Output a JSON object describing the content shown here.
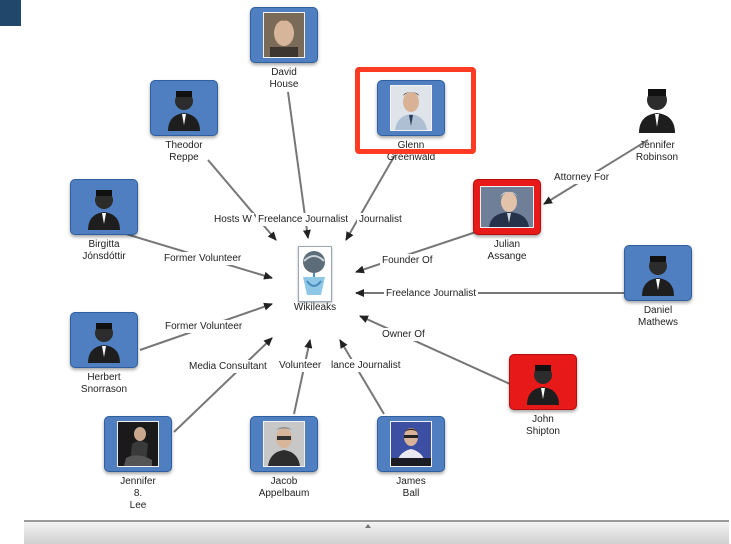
{
  "hub": {
    "label": "Wikileaks",
    "icon": "wikileaks-logo-icon"
  },
  "nodes": [
    {
      "id": "david-house",
      "lines": [
        "David",
        "House"
      ],
      "photo": "headshot",
      "highlight": false
    },
    {
      "id": "theodor-reppe",
      "lines": [
        "Theodor",
        "Reppe"
      ],
      "photo": "silhouette",
      "highlight": false
    },
    {
      "id": "glenn-greenwald",
      "lines": [
        "Glenn",
        "Greenwald"
      ],
      "photo": "headshot",
      "highlight": false
    },
    {
      "id": "jennifer-robinson",
      "lines": [
        "Jennifer",
        "Robinson"
      ],
      "photo": "silhouette",
      "highlight": false
    },
    {
      "id": "julian-assange",
      "lines": [
        "Julian",
        "Assange"
      ],
      "photo": "headshot",
      "highlight": true
    },
    {
      "id": "birgitta-jonsdottir",
      "lines": [
        "Birgitta",
        "Jónsdóttir"
      ],
      "photo": "silhouette",
      "highlight": false
    },
    {
      "id": "daniel-mathews",
      "lines": [
        "Daniel",
        "Mathews"
      ],
      "photo": "silhouette",
      "highlight": false
    },
    {
      "id": "herbert-snorrason",
      "lines": [
        "Herbert",
        "Snorrason"
      ],
      "photo": "silhouette",
      "highlight": false
    },
    {
      "id": "john-shipton",
      "lines": [
        "John",
        "Shipton"
      ],
      "photo": "silhouette",
      "highlight": true
    },
    {
      "id": "jennifer-8-lee",
      "lines": [
        "Jennifer",
        "8.",
        "Lee"
      ],
      "photo": "headshot",
      "highlight": false
    },
    {
      "id": "jacob-appelbaum",
      "lines": [
        "Jacob",
        "Appelbaum"
      ],
      "photo": "headshot",
      "highlight": false
    },
    {
      "id": "james-ball",
      "lines": [
        "James",
        "Ball"
      ],
      "photo": "headshot",
      "highlight": false
    }
  ],
  "edges": [
    {
      "from": "theodor-reppe",
      "label": "Hosts W"
    },
    {
      "from": "david-house",
      "label": "Freelance Journalist"
    },
    {
      "from": "glenn-greenwald",
      "label": "Journalist"
    },
    {
      "from": "jennifer-robinson",
      "label": "Attorney For"
    },
    {
      "from": "julian-assange",
      "label": "Founder Of"
    },
    {
      "from": "birgitta-jonsdottir",
      "label": "Former Volunteer"
    },
    {
      "from": "daniel-mathews",
      "label": "Freelance Journalist"
    },
    {
      "from": "herbert-snorrason",
      "label": "Former Volunteer"
    },
    {
      "from": "john-shipton",
      "label": "Owner Of"
    },
    {
      "from": "jennifer-8-lee",
      "label": "Media Consultant"
    },
    {
      "from": "jacob-appelbaum",
      "label": "Volunteer"
    },
    {
      "from": "james-ball",
      "label": "lance Journalist"
    }
  ],
  "selection": {
    "node": "glenn-greenwald",
    "color": "#ff3b24"
  },
  "colors": {
    "node_blue": "#4f7fc0",
    "node_red": "#e81919",
    "edge": "#777777"
  }
}
